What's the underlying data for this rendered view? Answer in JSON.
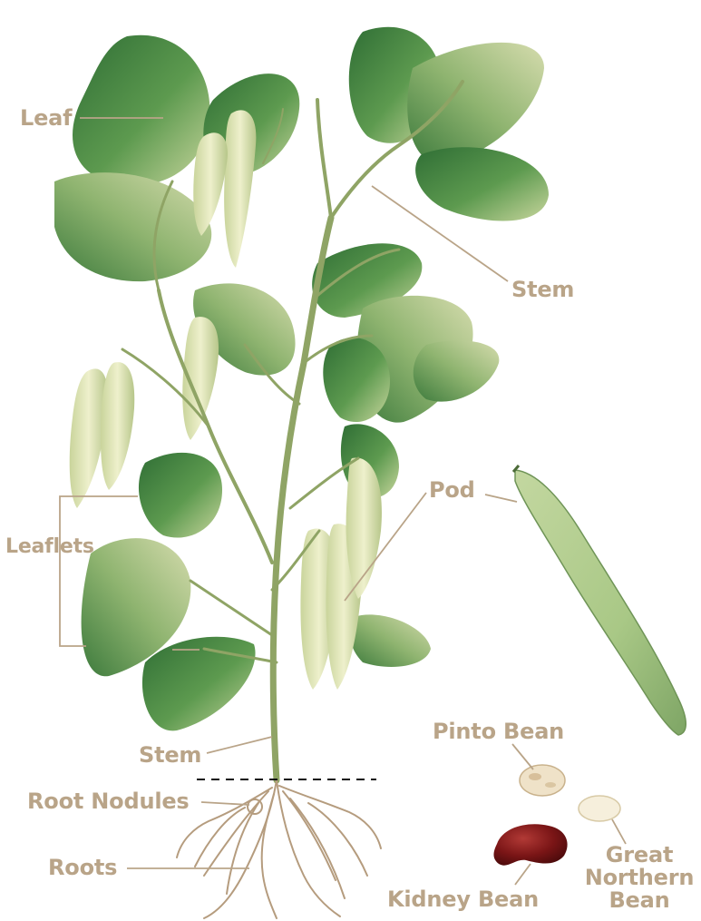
{
  "colors": {
    "label": "#b9a488",
    "leader": "#b9a488",
    "leaf_dark": "#3f7d3e",
    "leaf_mid": "#6fa35b",
    "leaf_light": "#c7d4a2",
    "pod": "#dfe3b5",
    "stem": "#8fa465",
    "root": "#b59c7e",
    "pinto": "#efe2c8",
    "great_northern": "#f6efdc",
    "kidney": "#7a1516"
  },
  "labels": {
    "leaf": "Leaf",
    "stem_upper": "Stem",
    "pod": "Pod",
    "leaflets": "Leaflets",
    "stem_lower": "Stem",
    "root_nodules": "Root Nodules",
    "roots": "Roots",
    "pinto_bean": "Pinto Bean",
    "great_northern_line1": "Great",
    "great_northern_line2": "Northern",
    "great_northern_line3": "Bean",
    "kidney_bean": "Kidney Bean"
  }
}
